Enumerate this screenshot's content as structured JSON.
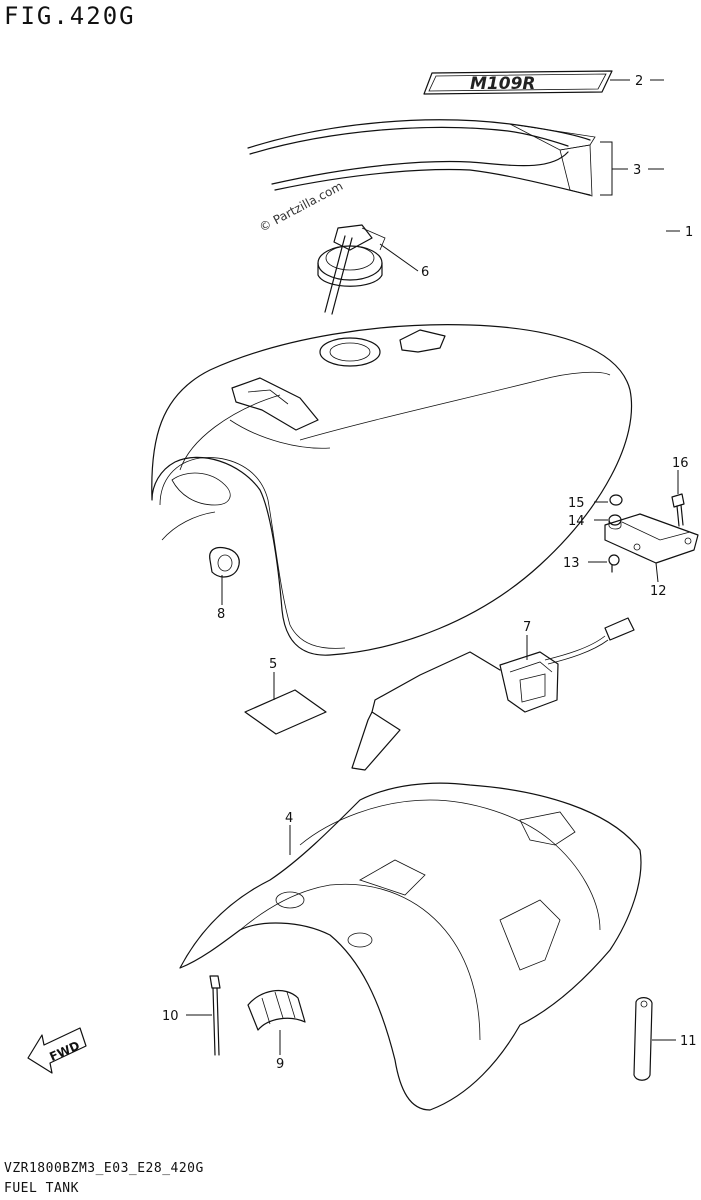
{
  "figure": {
    "title": "FIG.420G",
    "footer_code": "VZR1800BZM3_E03_E28_420G",
    "footer_name": "FUEL TANK",
    "watermark": "© Partzilla.com",
    "fwd_label": "FWD",
    "emblem_text": "M109R"
  },
  "callouts": [
    {
      "id": "1",
      "label": "1"
    },
    {
      "id": "2",
      "label": "2"
    },
    {
      "id": "3",
      "label": "3"
    },
    {
      "id": "4",
      "label": "4"
    },
    {
      "id": "5",
      "label": "5"
    },
    {
      "id": "6",
      "label": "6"
    },
    {
      "id": "7",
      "label": "7"
    },
    {
      "id": "8",
      "label": "8"
    },
    {
      "id": "9",
      "label": "9"
    },
    {
      "id": "10",
      "label": "10"
    },
    {
      "id": "11",
      "label": "11"
    },
    {
      "id": "12",
      "label": "12"
    },
    {
      "id": "13",
      "label": "13"
    },
    {
      "id": "14",
      "label": "14"
    },
    {
      "id": "15",
      "label": "15"
    },
    {
      "id": "16",
      "label": "16"
    }
  ]
}
